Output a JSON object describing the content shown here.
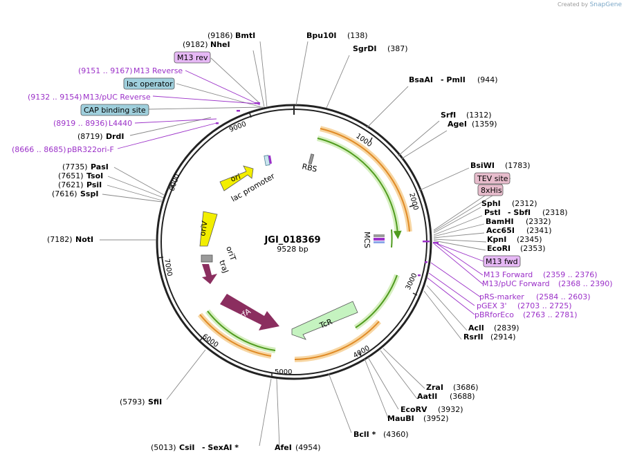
{
  "branding": {
    "created_by": "Created by",
    "app": "SnapGene"
  },
  "plasmid": {
    "name": "JGI_018369",
    "size_label": "9528 bp",
    "length": 9528
  },
  "tick_labels": [
    "1000",
    "2000",
    "3000",
    "4000",
    "5000",
    "6000",
    "7000",
    "8000",
    "9000"
  ],
  "features": [
    {
      "name": "RBS"
    },
    {
      "name": "lac promoter"
    },
    {
      "name": "ori"
    },
    {
      "name": "oriV"
    },
    {
      "name": "oriT"
    },
    {
      "name": "traJ"
    },
    {
      "name": "trfA"
    },
    {
      "name": "TcR"
    },
    {
      "name": "MCS"
    }
  ],
  "sites": [
    {
      "name": "BmtI",
      "pos": "(9186)"
    },
    {
      "name": "NheI",
      "pos": "(9182)"
    },
    {
      "name": "Bpu10I",
      "pos": "(138)"
    },
    {
      "name": "SgrDI",
      "pos": "(387)"
    },
    {
      "name": "BsaAI",
      "sep": "- PmlI",
      "pos": "(944)"
    },
    {
      "name": "SrfI",
      "pos": "(1312)"
    },
    {
      "name": "AgeI",
      "pos": "(1359)"
    },
    {
      "name": "BsiWI",
      "pos": "(1783)"
    },
    {
      "name": "SphI",
      "pos": "(2312)"
    },
    {
      "name": "PstI",
      "sep": "- SbfI",
      "pos": "(2318)"
    },
    {
      "name": "BamHI",
      "pos": "(2332)"
    },
    {
      "name": "Acc65I",
      "pos": "(2341)"
    },
    {
      "name": "KpnI",
      "pos": "(2345)"
    },
    {
      "name": "EcoRI",
      "pos": "(2353)"
    },
    {
      "name": "AclI",
      "pos": "(2839)"
    },
    {
      "name": "RsrII",
      "pos": "(2914)"
    },
    {
      "name": "ZraI",
      "pos": "(3686)"
    },
    {
      "name": "AatII",
      "pos": "(3688)"
    },
    {
      "name": "EcoRV",
      "pos": "(3932)"
    },
    {
      "name": "MauBI",
      "pos": "(3952)"
    },
    {
      "name": "BclI *",
      "pos": "(4360)"
    },
    {
      "name": "AfeI",
      "pos": "(4954)"
    },
    {
      "name": "CsiI",
      "sep": "- SexAI *",
      "pos": "(5013)"
    },
    {
      "name": "SfiI",
      "pos": "(5793)"
    },
    {
      "name": "NotI",
      "pos": "(7182)"
    },
    {
      "name": "SspI",
      "pos": "(7616)"
    },
    {
      "name": "PsiI",
      "pos": "(7621)"
    },
    {
      "name": "TsoI",
      "pos": "(7651)"
    },
    {
      "name": "PasI",
      "pos": "(7735)"
    },
    {
      "name": "DrdI",
      "pos": "(8719)"
    }
  ],
  "primers": [
    {
      "name": "M13 Reverse",
      "range": "(9151 .. 9167)"
    },
    {
      "name": "M13/pUC Reverse",
      "range": "(9132 .. 9154)"
    },
    {
      "name": "L4440",
      "range": "(8919 .. 8936)"
    },
    {
      "name": "pBR322ori-F",
      "range": "(8666 .. 8685)"
    },
    {
      "name": "M13 Forward",
      "range": "(2359 .. 2376)"
    },
    {
      "name": "M13/pUC Forward",
      "range": "(2368 .. 2390)"
    },
    {
      "name": "pRS-marker",
      "range": "(2584 .. 2603)"
    },
    {
      "name": "pGEX 3'",
      "range": "(2703 .. 2725)"
    },
    {
      "name": "pBRforEco",
      "range": "(2763 .. 2781)"
    }
  ],
  "boxed_labels": [
    {
      "text": "M13 rev"
    },
    {
      "text": "lac operator"
    },
    {
      "text": "CAP binding site"
    },
    {
      "text": "TEV site"
    },
    {
      "text": "8xHis"
    },
    {
      "text": "M13 fwd"
    }
  ],
  "colors": {
    "primer": "#9b30c8",
    "orange": "#e08a25",
    "green": "#4f9b1e",
    "ori_yellow": "#f2ee00",
    "trfA": "#8b2e5f",
    "TcR": "#c5f3c0",
    "box_purple": "#e6b8f5",
    "box_blue": "#9fcfdc",
    "box_pink": "#e7bccc"
  }
}
